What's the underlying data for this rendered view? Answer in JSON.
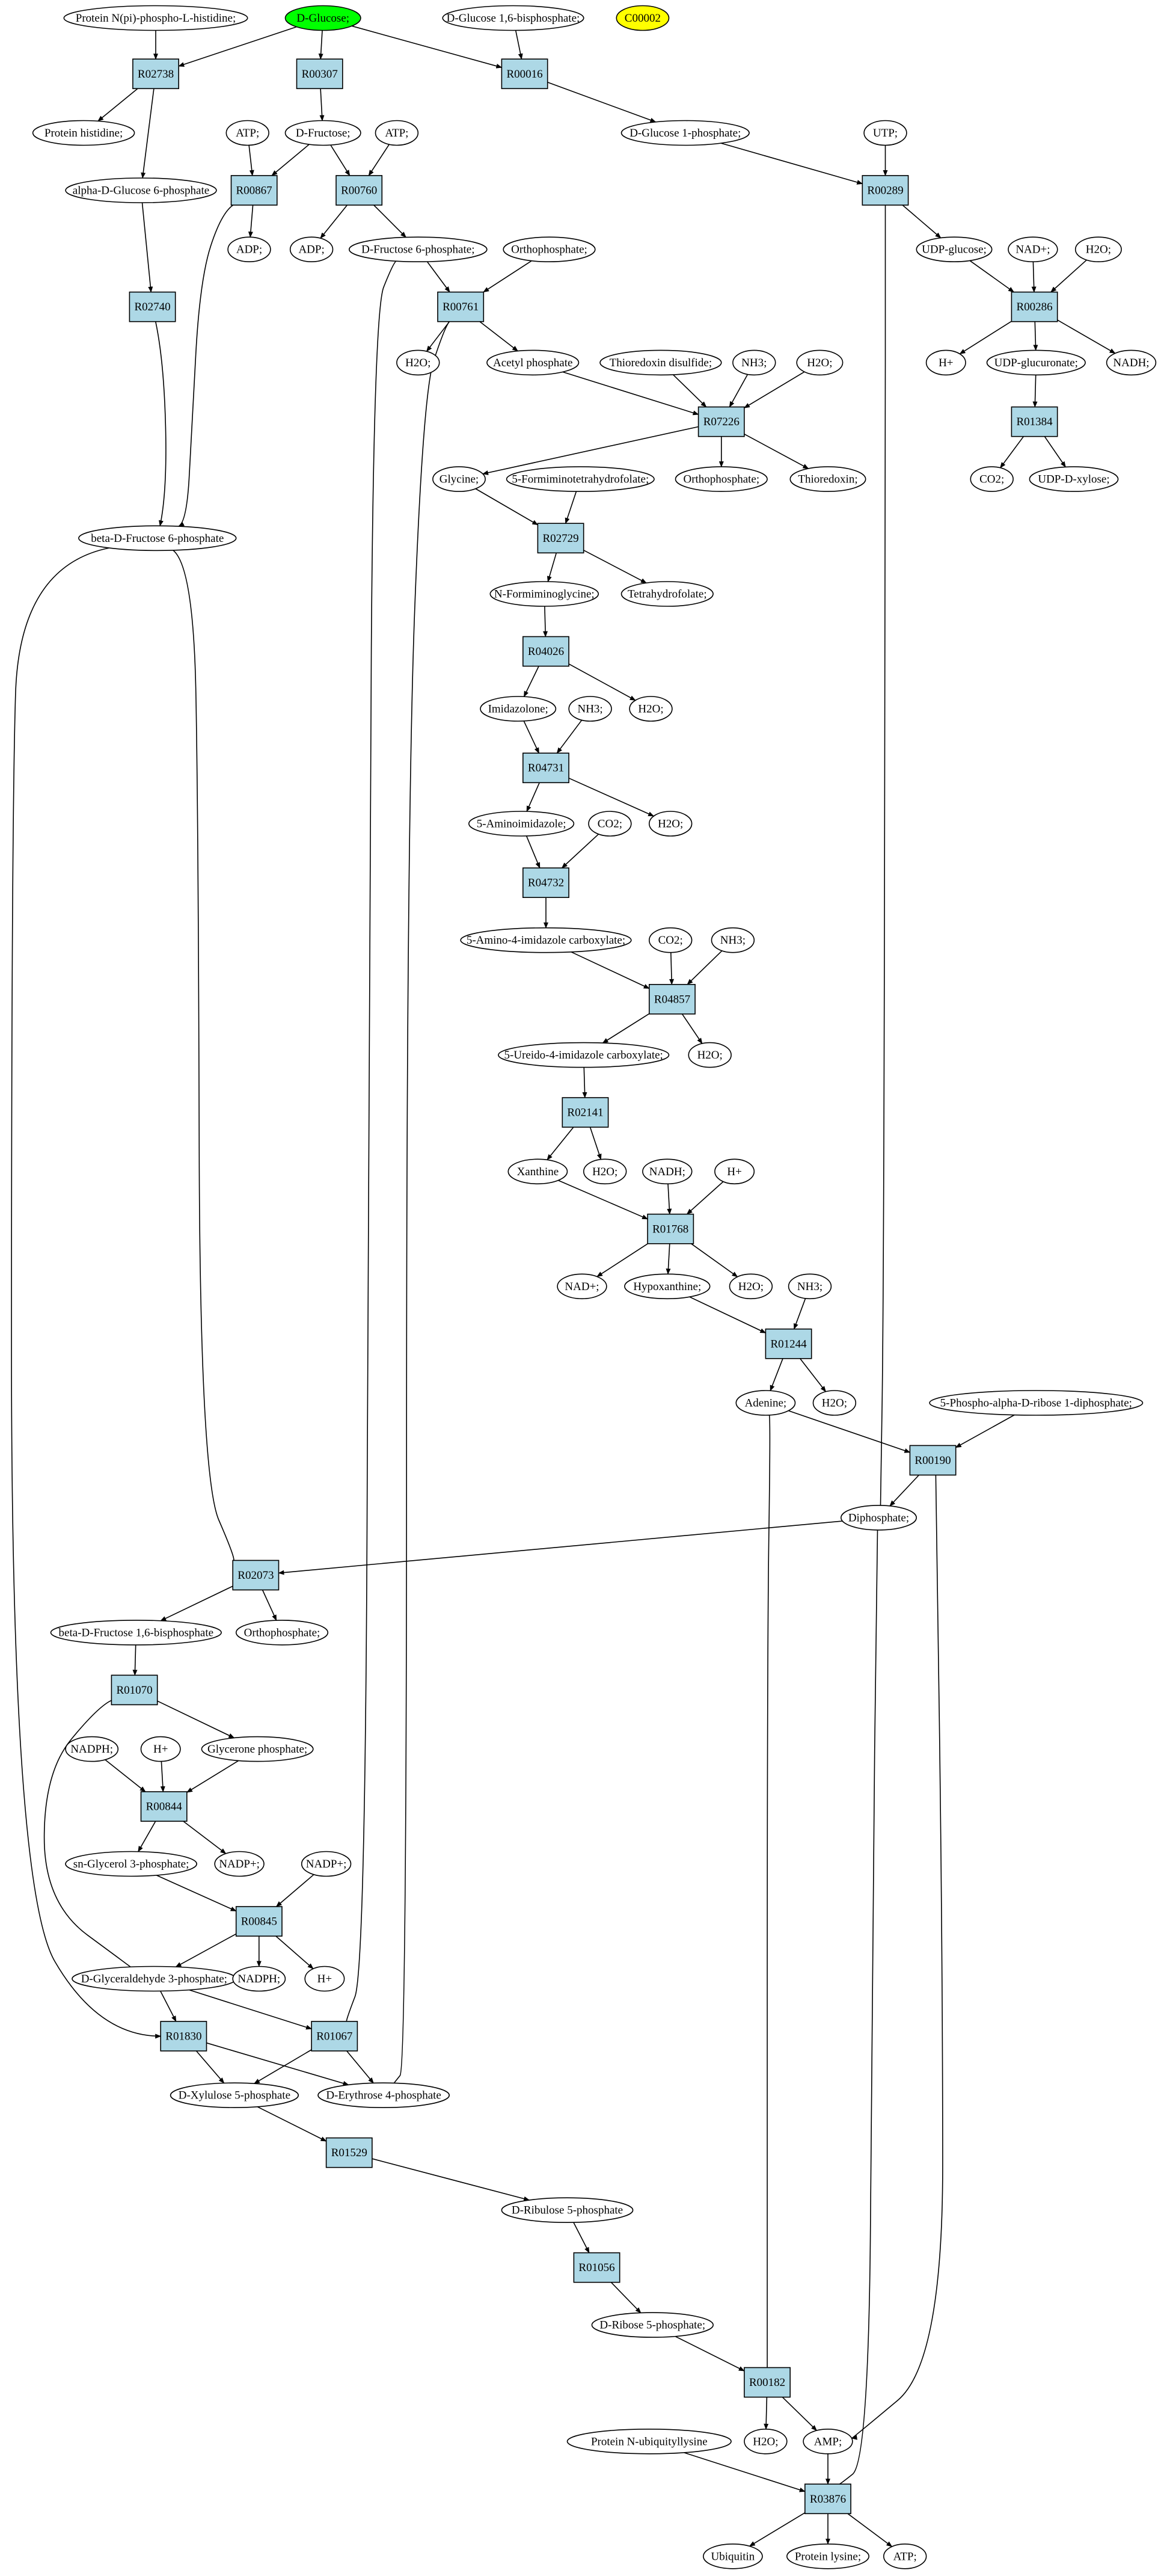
{
  "colors": {
    "reaction_fill": "#add8e6",
    "start_compound_fill": "#00ff00",
    "highlight_compound_fill": "#ffff00",
    "compound_fill": "#ffffff",
    "stroke": "#000000"
  },
  "nodes": [
    {
      "id": "n_ppl",
      "label": "Protein N(pi)-phospho-L-histidine;",
      "kind": "compound"
    },
    {
      "id": "n_glc",
      "label": "D-Glucose;",
      "kind": "start"
    },
    {
      "id": "n_g16bp",
      "label": "D-Glucose 1,6-bisphosphate;",
      "kind": "compound"
    },
    {
      "id": "n_c00002",
      "label": "C00002",
      "kind": "highlight"
    },
    {
      "id": "r_R02738",
      "label": "R02738",
      "kind": "reaction"
    },
    {
      "id": "r_R00307",
      "label": "R00307",
      "kind": "reaction"
    },
    {
      "id": "r_R00016",
      "label": "R00016",
      "kind": "reaction"
    },
    {
      "id": "n_prothis",
      "label": "Protein histidine;",
      "kind": "compound"
    },
    {
      "id": "n_fru",
      "label": "D-Fructose;",
      "kind": "compound"
    },
    {
      "id": "n_atp1",
      "label": "ATP;",
      "kind": "compound"
    },
    {
      "id": "n_atp2",
      "label": "ATP;",
      "kind": "compound"
    },
    {
      "id": "n_g1p",
      "label": "D-Glucose 1-phosphate;",
      "kind": "compound"
    },
    {
      "id": "n_utp",
      "label": "UTP;",
      "kind": "compound"
    },
    {
      "id": "n_ag6p",
      "label": "alpha-D-Glucose 6-phosphate",
      "kind": "compound"
    },
    {
      "id": "r_R00867",
      "label": "R00867",
      "kind": "reaction"
    },
    {
      "id": "r_R00760",
      "label": "R00760",
      "kind": "reaction"
    },
    {
      "id": "r_R00289",
      "label": "R00289",
      "kind": "reaction"
    },
    {
      "id": "n_adp1",
      "label": "ADP;",
      "kind": "compound"
    },
    {
      "id": "n_adp2",
      "label": "ADP;",
      "kind": "compound"
    },
    {
      "id": "n_f6p",
      "label": "D-Fructose 6-phosphate;",
      "kind": "compound"
    },
    {
      "id": "n_orthoP1",
      "label": "Orthophosphate;",
      "kind": "compound"
    },
    {
      "id": "n_udpglc",
      "label": "UDP-glucose;",
      "kind": "compound"
    },
    {
      "id": "n_nadp",
      "label": "NAD+;",
      "kind": "compound"
    },
    {
      "id": "n_h2o_a",
      "label": "H2O;",
      "kind": "compound"
    },
    {
      "id": "r_R02740",
      "label": "R02740",
      "kind": "reaction"
    },
    {
      "id": "r_R00761",
      "label": "R00761",
      "kind": "reaction"
    },
    {
      "id": "r_R00286",
      "label": "R00286",
      "kind": "reaction"
    },
    {
      "id": "n_h2o_b",
      "label": "H2O;",
      "kind": "compound"
    },
    {
      "id": "n_acp",
      "label": "Acetyl phosphate",
      "kind": "compound"
    },
    {
      "id": "n_trxss",
      "label": "Thioredoxin disulfide;",
      "kind": "compound"
    },
    {
      "id": "n_nh3_a",
      "label": "NH3;",
      "kind": "compound"
    },
    {
      "id": "n_h2o_c",
      "label": "H2O;",
      "kind": "compound"
    },
    {
      "id": "n_hplus_a",
      "label": "H+",
      "kind": "compound"
    },
    {
      "id": "n_udpglcA",
      "label": "UDP-glucuronate;",
      "kind": "compound"
    },
    {
      "id": "n_nadh_a",
      "label": "NADH;",
      "kind": "compound"
    },
    {
      "id": "r_R07226",
      "label": "R07226",
      "kind": "reaction"
    },
    {
      "id": "r_R01384",
      "label": "R01384",
      "kind": "reaction"
    },
    {
      "id": "n_gly",
      "label": "Glycine;",
      "kind": "compound"
    },
    {
      "id": "n_5fthf",
      "label": "5-Formiminotetrahydrofolate;",
      "kind": "compound"
    },
    {
      "id": "n_orthoP2",
      "label": "Orthophosphate;",
      "kind": "compound"
    },
    {
      "id": "n_trx",
      "label": "Thioredoxin;",
      "kind": "compound"
    },
    {
      "id": "n_co2_a",
      "label": "CO2;",
      "kind": "compound"
    },
    {
      "id": "n_udpxyl",
      "label": "UDP-D-xylose;",
      "kind": "compound"
    },
    {
      "id": "n_bf6p",
      "label": "beta-D-Fructose 6-phosphate",
      "kind": "compound"
    },
    {
      "id": "r_R02729",
      "label": "R02729",
      "kind": "reaction"
    },
    {
      "id": "n_nfgly",
      "label": "N-Formiminoglycine;",
      "kind": "compound"
    },
    {
      "id": "n_thf",
      "label": "Tetrahydrofolate;",
      "kind": "compound"
    },
    {
      "id": "r_R04026",
      "label": "R04026",
      "kind": "reaction"
    },
    {
      "id": "n_imz",
      "label": "Imidazolone;",
      "kind": "compound"
    },
    {
      "id": "n_nh3_b",
      "label": "NH3;",
      "kind": "compound"
    },
    {
      "id": "n_h2o_d",
      "label": "H2O;",
      "kind": "compound"
    },
    {
      "id": "r_R04731",
      "label": "R04731",
      "kind": "reaction"
    },
    {
      "id": "n_5ai",
      "label": "5-Aminoimidazole;",
      "kind": "compound"
    },
    {
      "id": "n_co2_b",
      "label": "CO2;",
      "kind": "compound"
    },
    {
      "id": "n_h2o_e",
      "label": "H2O;",
      "kind": "compound"
    },
    {
      "id": "r_R04732",
      "label": "R04732",
      "kind": "reaction"
    },
    {
      "id": "n_5a4ic",
      "label": "5-Amino-4-imidazole carboxylate;",
      "kind": "compound"
    },
    {
      "id": "n_co2_c",
      "label": "CO2;",
      "kind": "compound"
    },
    {
      "id": "n_nh3_c",
      "label": "NH3;",
      "kind": "compound"
    },
    {
      "id": "r_R04857",
      "label": "R04857",
      "kind": "reaction"
    },
    {
      "id": "n_5u4ic",
      "label": "5-Ureido-4-imidazole carboxylate;",
      "kind": "compound"
    },
    {
      "id": "n_h2o_f",
      "label": "H2O;",
      "kind": "compound"
    },
    {
      "id": "r_R02141",
      "label": "R02141",
      "kind": "reaction"
    },
    {
      "id": "n_xan",
      "label": "Xanthine",
      "kind": "compound"
    },
    {
      "id": "n_h2o_g",
      "label": "H2O;",
      "kind": "compound"
    },
    {
      "id": "n_nadh_b",
      "label": "NADH;",
      "kind": "compound"
    },
    {
      "id": "n_hplus_b",
      "label": "H+",
      "kind": "compound"
    },
    {
      "id": "r_R01768",
      "label": "R01768",
      "kind": "reaction"
    },
    {
      "id": "n_nadp2",
      "label": "NAD+;",
      "kind": "compound"
    },
    {
      "id": "n_hyp",
      "label": "Hypoxanthine;",
      "kind": "compound"
    },
    {
      "id": "n_h2o_h",
      "label": "H2O;",
      "kind": "compound"
    },
    {
      "id": "n_nh3_d",
      "label": "NH3;",
      "kind": "compound"
    },
    {
      "id": "r_R01244",
      "label": "R01244",
      "kind": "reaction"
    },
    {
      "id": "n_ade",
      "label": "Adenine;",
      "kind": "compound"
    },
    {
      "id": "n_h2o_i",
      "label": "H2O;",
      "kind": "compound"
    },
    {
      "id": "n_prpp",
      "label": "5-Phospho-alpha-D-ribose 1-diphosphate;",
      "kind": "compound"
    },
    {
      "id": "r_R00190",
      "label": "R00190",
      "kind": "reaction"
    },
    {
      "id": "n_ppi",
      "label": "Diphosphate;",
      "kind": "compound"
    },
    {
      "id": "r_R02073",
      "label": "R02073",
      "kind": "reaction"
    },
    {
      "id": "n_bfbp",
      "label": "beta-D-Fructose 1,6-bisphosphate",
      "kind": "compound"
    },
    {
      "id": "n_orthoP3",
      "label": "Orthophosphate;",
      "kind": "compound"
    },
    {
      "id": "r_R01070",
      "label": "R01070",
      "kind": "reaction"
    },
    {
      "id": "n_nadph_a",
      "label": "NADPH;",
      "kind": "compound"
    },
    {
      "id": "n_hplus_c",
      "label": "H+",
      "kind": "compound"
    },
    {
      "id": "n_gnp",
      "label": "Glycerone phosphate;",
      "kind": "compound"
    },
    {
      "id": "r_R00844",
      "label": "R00844",
      "kind": "reaction"
    },
    {
      "id": "n_g3p",
      "label": "sn-Glycerol 3-phosphate;",
      "kind": "compound"
    },
    {
      "id": "n_nadpp_a",
      "label": "NADP+;",
      "kind": "compound"
    },
    {
      "id": "n_nadpp_b",
      "label": "NADP+;",
      "kind": "compound"
    },
    {
      "id": "r_R00845",
      "label": "R00845",
      "kind": "reaction"
    },
    {
      "id": "n_gap",
      "label": "D-Glyceraldehyde 3-phosphate;",
      "kind": "compound"
    },
    {
      "id": "n_nadph_b",
      "label": "NADPH;",
      "kind": "compound"
    },
    {
      "id": "n_hplus_d",
      "label": "H+",
      "kind": "compound"
    },
    {
      "id": "r_R01830",
      "label": "R01830",
      "kind": "reaction"
    },
    {
      "id": "r_R01067",
      "label": "R01067",
      "kind": "reaction"
    },
    {
      "id": "n_x5p",
      "label": "D-Xylulose 5-phosphate",
      "kind": "compound"
    },
    {
      "id": "n_e4p",
      "label": "D-Erythrose 4-phosphate",
      "kind": "compound"
    },
    {
      "id": "r_R01529",
      "label": "R01529",
      "kind": "reaction"
    },
    {
      "id": "n_ru5p",
      "label": "D-Ribulose 5-phosphate",
      "kind": "compound"
    },
    {
      "id": "r_R01056",
      "label": "R01056",
      "kind": "reaction"
    },
    {
      "id": "n_r5p",
      "label": "D-Ribose 5-phosphate;",
      "kind": "compound"
    },
    {
      "id": "r_R00182",
      "label": "R00182",
      "kind": "reaction"
    },
    {
      "id": "n_h2o_j",
      "label": "H2O;",
      "kind": "compound"
    },
    {
      "id": "n_amp",
      "label": "AMP;",
      "kind": "compound"
    },
    {
      "id": "n_pnul",
      "label": "Protein N-ubiquityllysine",
      "kind": "compound"
    },
    {
      "id": "r_R03876",
      "label": "R03876",
      "kind": "reaction"
    },
    {
      "id": "n_ubq",
      "label": "Ubiquitin",
      "kind": "compound"
    },
    {
      "id": "n_plys",
      "label": "Protein lysine;",
      "kind": "compound"
    },
    {
      "id": "n_atp3",
      "label": "ATP;",
      "kind": "compound"
    }
  ],
  "edges": [
    [
      "n_ppl",
      "r_R02738"
    ],
    [
      "n_glc",
      "r_R02738"
    ],
    [
      "n_glc",
      "r_R00307"
    ],
    [
      "n_glc",
      "r_R00016"
    ],
    [
      "n_g16bp",
      "r_R00016"
    ],
    [
      "r_R02738",
      "n_prothis"
    ],
    [
      "r_R02738",
      "n_ag6p"
    ],
    [
      "r_R00307",
      "n_fru"
    ],
    [
      "r_R00016",
      "n_g1p"
    ],
    [
      "n_fru",
      "r_R00867"
    ],
    [
      "n_fru",
      "r_R00760"
    ],
    [
      "n_atp1",
      "r_R00867"
    ],
    [
      "n_atp2",
      "r_R00760"
    ],
    [
      "n_g1p",
      "r_R00289"
    ],
    [
      "n_utp",
      "r_R00289"
    ],
    [
      "r_R00867",
      "n_adp1"
    ],
    [
      "r_R00867",
      "n_bf6p"
    ],
    [
      "r_R00760",
      "n_adp2"
    ],
    [
      "r_R00760",
      "n_f6p"
    ],
    [
      "n_ag6p",
      "r_R02740"
    ],
    [
      "r_R02740",
      "n_bf6p"
    ],
    [
      "n_f6p",
      "r_R00761"
    ],
    [
      "n_orthoP1",
      "r_R00761"
    ],
    [
      "n_f6p",
      "r_R01067"
    ],
    [
      "r_R00761",
      "n_h2o_b"
    ],
    [
      "r_R00761",
      "n_acp"
    ],
    [
      "r_R00761",
      "n_e4p"
    ],
    [
      "r_R00289",
      "n_udpglc"
    ],
    [
      "r_R00289",
      "n_ppi"
    ],
    [
      "n_udpglc",
      "r_R00286"
    ],
    [
      "n_nadp",
      "r_R00286"
    ],
    [
      "n_h2o_a",
      "r_R00286"
    ],
    [
      "r_R00286",
      "n_hplus_a"
    ],
    [
      "r_R00286",
      "n_udpglcA"
    ],
    [
      "r_R00286",
      "n_nadh_a"
    ],
    [
      "n_udpglcA",
      "r_R01384"
    ],
    [
      "r_R01384",
      "n_co2_a"
    ],
    [
      "r_R01384",
      "n_udpxyl"
    ],
    [
      "n_acp",
      "r_R07226"
    ],
    [
      "n_trxss",
      "r_R07226"
    ],
    [
      "n_nh3_a",
      "r_R07226"
    ],
    [
      "n_h2o_c",
      "r_R07226"
    ],
    [
      "r_R07226",
      "n_gly"
    ],
    [
      "r_R07226",
      "n_orthoP2"
    ],
    [
      "r_R07226",
      "n_trx"
    ],
    [
      "n_gly",
      "r_R02729"
    ],
    [
      "n_5fthf",
      "r_R02729"
    ],
    [
      "r_R02729",
      "n_nfgly"
    ],
    [
      "r_R02729",
      "n_thf"
    ],
    [
      "n_nfgly",
      "r_R04026"
    ],
    [
      "r_R04026",
      "n_imz"
    ],
    [
      "r_R04026",
      "n_h2o_d"
    ],
    [
      "n_imz",
      "r_R04731"
    ],
    [
      "n_nh3_b",
      "r_R04731"
    ],
    [
      "r_R04731",
      "n_5ai"
    ],
    [
      "r_R04731",
      "n_h2o_e"
    ],
    [
      "n_5ai",
      "r_R04732"
    ],
    [
      "n_co2_b",
      "r_R04732"
    ],
    [
      "r_R04732",
      "n_5a4ic"
    ],
    [
      "n_5a4ic",
      "r_R04857"
    ],
    [
      "n_co2_c",
      "r_R04857"
    ],
    [
      "n_nh3_c",
      "r_R04857"
    ],
    [
      "r_R04857",
      "n_5u4ic"
    ],
    [
      "r_R04857",
      "n_h2o_f"
    ],
    [
      "n_5u4ic",
      "r_R02141"
    ],
    [
      "r_R02141",
      "n_xan"
    ],
    [
      "r_R02141",
      "n_h2o_g"
    ],
    [
      "n_xan",
      "r_R01768"
    ],
    [
      "n_nadh_b",
      "r_R01768"
    ],
    [
      "n_hplus_b",
      "r_R01768"
    ],
    [
      "r_R01768",
      "n_nadp2"
    ],
    [
      "r_R01768",
      "n_hyp"
    ],
    [
      "r_R01768",
      "n_h2o_h"
    ],
    [
      "n_hyp",
      "r_R01244"
    ],
    [
      "n_nh3_d",
      "r_R01244"
    ],
    [
      "r_R01244",
      "n_ade"
    ],
    [
      "r_R01244",
      "n_h2o_i"
    ],
    [
      "n_ade",
      "r_R00190"
    ],
    [
      "n_prpp",
      "r_R00190"
    ],
    [
      "n_ade",
      "r_R00182"
    ],
    [
      "r_R00190",
      "n_ppi"
    ],
    [
      "r_R00190",
      "n_amp"
    ],
    [
      "n_ppi",
      "r_R02073"
    ],
    [
      "n_ppi",
      "r_R03876"
    ],
    [
      "n_bf6p",
      "r_R02073"
    ],
    [
      "n_bf6p",
      "r_R01830"
    ],
    [
      "r_R02073",
      "n_bfbp"
    ],
    [
      "r_R02073",
      "n_orthoP3"
    ],
    [
      "n_bfbp",
      "r_R01070"
    ],
    [
      "r_R01070",
      "n_gnp"
    ],
    [
      "r_R01070",
      "n_gap"
    ],
    [
      "n_nadph_a",
      "r_R00844"
    ],
    [
      "n_hplus_c",
      "r_R00844"
    ],
    [
      "n_gnp",
      "r_R00844"
    ],
    [
      "r_R00844",
      "n_g3p"
    ],
    [
      "r_R00844",
      "n_nadpp_a"
    ],
    [
      "n_g3p",
      "r_R00845"
    ],
    [
      "n_nadpp_b",
      "r_R00845"
    ],
    [
      "r_R00845",
      "n_gap"
    ],
    [
      "r_R00845",
      "n_nadph_b"
    ],
    [
      "r_R00845",
      "n_hplus_d"
    ],
    [
      "n_gap",
      "r_R01830"
    ],
    [
      "n_gap",
      "r_R01067"
    ],
    [
      "r_R01830",
      "n_x5p"
    ],
    [
      "r_R01830",
      "n_e4p"
    ],
    [
      "r_R01067",
      "n_x5p"
    ],
    [
      "r_R01067",
      "n_e4p"
    ],
    [
      "n_x5p",
      "r_R01529"
    ],
    [
      "r_R01529",
      "n_ru5p"
    ],
    [
      "n_ru5p",
      "r_R01056"
    ],
    [
      "r_R01056",
      "n_r5p"
    ],
    [
      "n_r5p",
      "r_R00182"
    ],
    [
      "r_R00182",
      "n_h2o_j"
    ],
    [
      "r_R00182",
      "n_amp"
    ],
    [
      "n_amp",
      "r_R03876"
    ],
    [
      "n_pnul",
      "r_R03876"
    ],
    [
      "r_R03876",
      "n_ubq"
    ],
    [
      "r_R03876",
      "n_plys"
    ],
    [
      "r_R03876",
      "n_atp3"
    ]
  ]
}
